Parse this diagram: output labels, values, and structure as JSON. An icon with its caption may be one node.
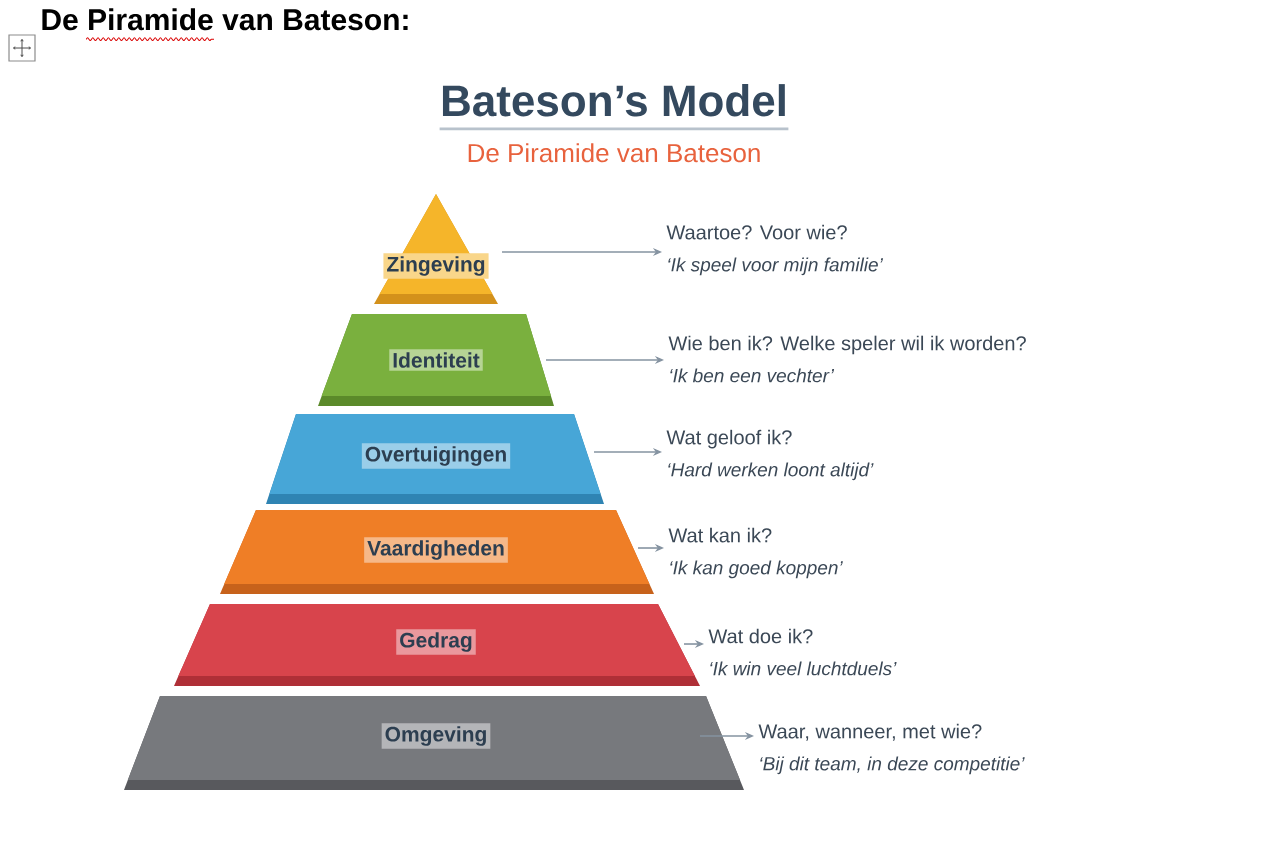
{
  "diagram": {
    "title": "Bateson’s Model",
    "nodes": [
      {
        "text": [
          "Zingeving"
        ]
      },
      {
        "text": [
          "Waartoe? Voor wie?",
          "‘Ik speel voor mijn familie’"
        ]
      },
      {
        "text": [
          "Identiteit"
        ]
      },
      {
        "text": [
          "Wie ben ik? Welke speler wil ik worden?",
          "‘Ik ben een vechter’"
        ]
      },
      {
        "text": [
          "Overtuigingen"
        ]
      },
      {
        "text": [
          "Wat geloof ik?",
          "‘Hard werken loont altijd’"
        ]
      },
      {
        "text": [
          "Vaardigheden"
        ]
      },
      {
        "text": [
          "Wat kan ik?",
          "‘Ik kan goed koppen’"
        ]
      },
      {
        "text": [
          "Gedrag"
        ]
      },
      {
        "text": [
          "Wat doe ik?",
          "‘Ik win veel luchtduels’"
        ]
      },
      {
        "text": [
          "Omgeving"
        ]
      },
      {
        "text": [
          "Waar, wanneer, met wie?",
          "‘Bij dit team, in deze competitie’"
        ]
      }
    ],
    "edges": [
      {
        "from": 0,
        "to": 1,
        "arrow": "to"
      },
      {
        "from": 2,
        "to": 3,
        "arrow": "to"
      },
      {
        "from": 4,
        "to": 5,
        "arrow": "to"
      },
      {
        "from": 6,
        "to": 7,
        "arrow": "to"
      },
      {
        "from": 8,
        "to": 9,
        "arrow": "to"
      },
      {
        "from": 10,
        "to": 11,
        "arrow": "to"
      }
    ],
    "labels": [
      "De Piramide van Bateson:",
      "De Piramide van Bateson"
    ]
  }
}
